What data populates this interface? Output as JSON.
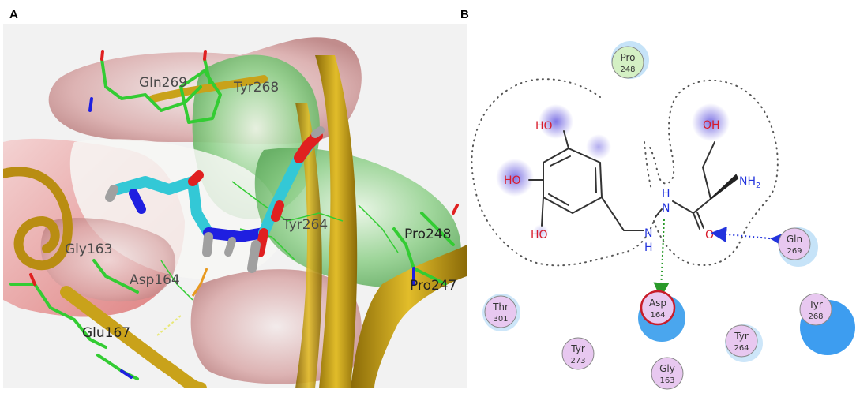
{
  "panel_a": {
    "letter": "A",
    "residue_labels": [
      "Gln269",
      "Tyr268",
      "Tyr264",
      "Pro248",
      "Pro247",
      "Gly163",
      "Asp164",
      "Glu167"
    ]
  },
  "panel_b": {
    "letter": "B",
    "ligand_atoms": {
      "oh1": "HO",
      "oh2": "HO",
      "oh3": "HO",
      "oh4": "OH",
      "nh2": "NH",
      "nh2_sub": "2",
      "n_top": "N",
      "h_top": "H",
      "n_bot": "N",
      "h_bot": "H",
      "o_carbonyl": "O"
    },
    "residues": [
      {
        "name": "Pro",
        "num": "248"
      },
      {
        "name": "Gln",
        "num": "269"
      },
      {
        "name": "Asp",
        "num": "164"
      },
      {
        "name": "Thr",
        "num": "301"
      },
      {
        "name": "Tyr",
        "num": "273"
      },
      {
        "name": "Tyr",
        "num": "264"
      },
      {
        "name": "Tyr",
        "num": "268"
      },
      {
        "name": "Gly",
        "num": "163"
      }
    ]
  },
  "colors": {
    "ribbon": "#c9a21a",
    "carbon_green": "#33cc33",
    "ligand_cyan": "#33c8d6",
    "nitrogen_blue": "#1f1fe0",
    "oxygen_red": "#e02020",
    "residue_fill": "#e8c8f0",
    "pro_fill": "#d4f0c4",
    "halo_blue": "#3399ee",
    "hbond_green": "#2a9a2a",
    "hbond_blue": "#2233dd"
  }
}
